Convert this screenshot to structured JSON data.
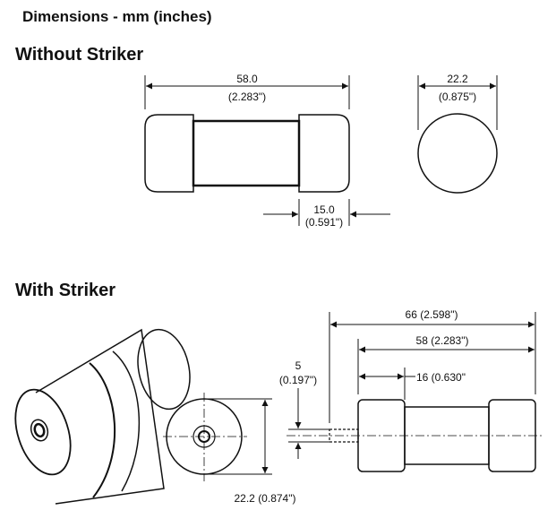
{
  "headings": {
    "dimensions": "Dimensions - mm (inches)",
    "without_striker": "Without  Striker",
    "with_striker": "With Striker"
  },
  "without_striker": {
    "length": {
      "mm": "58.0",
      "inch": "(2.283\")"
    },
    "diameter": {
      "mm": "22.2",
      "inch": "(0.875\")"
    },
    "cap_length": {
      "mm": "15.0",
      "inch": "(0.591\")"
    }
  },
  "with_striker": {
    "overall_length": "66 (2.598\")",
    "body_length": "58 (2.283\")",
    "cap_length": "16 (0.630\"",
    "striker_diameter": {
      "mm": "5",
      "inch": "(0.197\")"
    },
    "diameter": "22.2 (0.874\")"
  },
  "colors": {
    "line": "#111111",
    "background": "#ffffff"
  }
}
